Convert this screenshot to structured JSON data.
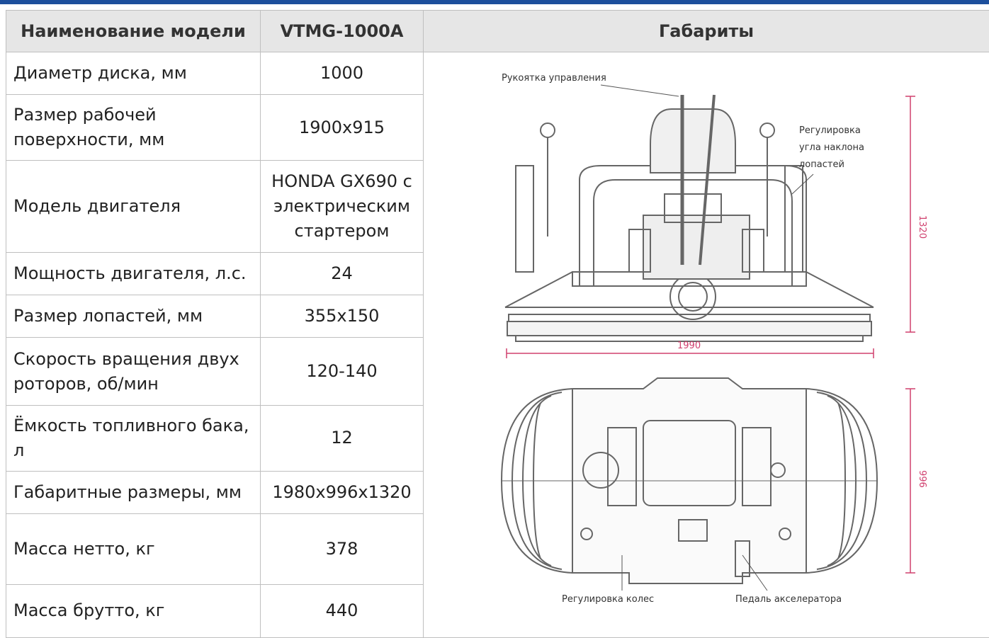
{
  "table": {
    "headers": {
      "model_name": "Наименование модели",
      "model_value": "VTMG-1000A",
      "dimensions": "Габариты"
    },
    "rows": [
      {
        "param": "Диаметр диска, мм",
        "value": "1000"
      },
      {
        "param": "Размер рабочей поверхности, мм",
        "value": "1900x915"
      },
      {
        "param": "Модель двигателя",
        "value": "HONDA GX690 с электрическим стартером"
      },
      {
        "param": "Мощность двигателя, л.с.",
        "value": "24"
      },
      {
        "param": "Размер лопастей, мм",
        "value": "355x150"
      },
      {
        "param": "Скорость вращения двух роторов, об/мин",
        "value": "120-140"
      },
      {
        "param": "Ёмкость топливного бака, л",
        "value": "12"
      },
      {
        "param": "Габаритные размеры, мм",
        "value": "1980x996x1320"
      },
      {
        "param": "Масса нетто, кг",
        "value": "378"
      },
      {
        "param": "Масса брутто, кг",
        "value": "440"
      }
    ]
  },
  "diagram": {
    "label_handle": "Рукоятка управления",
    "label_tilt_1": "Регулировка",
    "label_tilt_2": "угла наклона",
    "label_tilt_3": "лопастей",
    "label_wheels": "Регулировка колес",
    "label_pedal": "Педаль акселератора",
    "dim_height": "1320",
    "dim_width": "1990",
    "dim_depth": "996",
    "dim_color": "#d0406e"
  }
}
